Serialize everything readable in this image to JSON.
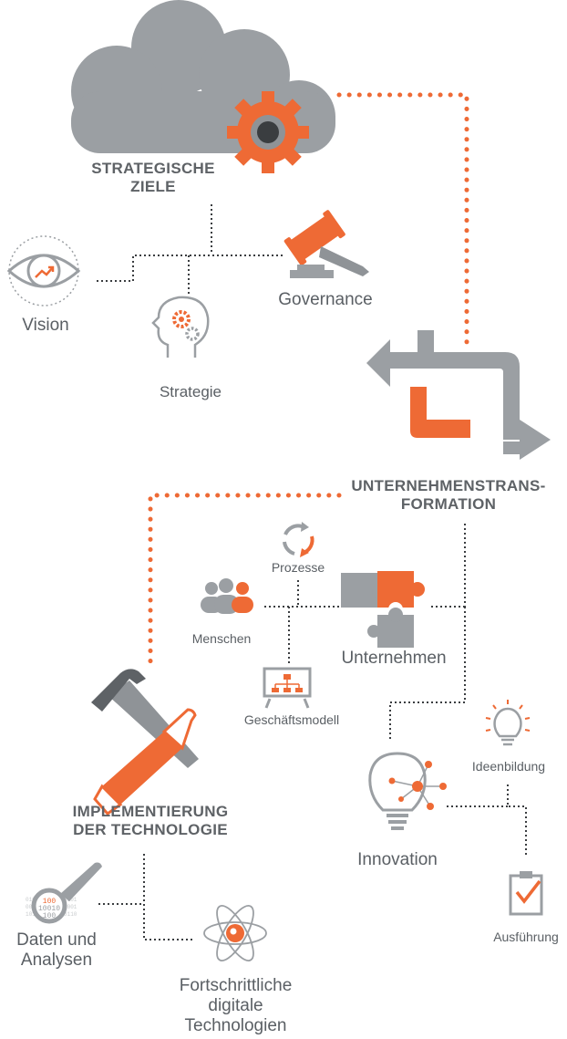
{
  "headings": {
    "strategic_line1": "STRATEGISCHE",
    "strategic_line2": "ZIELE",
    "transformation_line1": "UNTERNEHMENSTRANS-",
    "transformation_line2": "FORMATION",
    "implementation_line1": "IMPLEMENTIERUNG",
    "implementation_line2": "DER TECHNOLOGIE"
  },
  "labels": {
    "vision": "Vision",
    "governance": "Governance",
    "strategie": "Strategie",
    "prozesse": "Prozesse",
    "menschen": "Menschen",
    "unternehmen": "Unternehmen",
    "geschaeftsmodell": "Geschäftsmodell",
    "ideenbildung": "Ideenbildung",
    "innovation": "Innovation",
    "ausfuehrung": "Ausführung",
    "daten_line1": "Daten und",
    "daten_line2": "Analysen",
    "tech_line1": "Fortschrittliche",
    "tech_line2": "digitale",
    "tech_line3": "Technologien",
    "binary_1": "100",
    "binary_2": "10010",
    "binary_3": "100"
  },
  "colors": {
    "orange": "#ee6a35",
    "gray": "#9b9fa3",
    "dark_gray": "#5e6266",
    "connector": "#3a3d40"
  }
}
